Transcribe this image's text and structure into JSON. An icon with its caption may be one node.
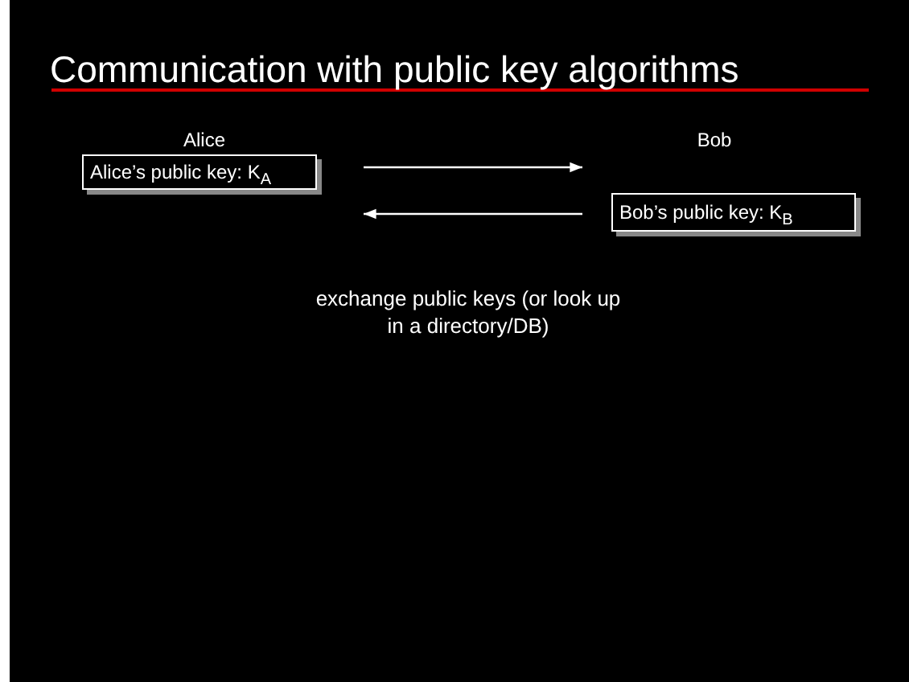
{
  "diagram": {
    "title": "Communication with public key algorithms",
    "nodes": [
      {
        "text": [
          "Alice’s public key: K$_{A}$"
        ],
        "beside": [
          "Alice"
        ]
      },
      {
        "text": [
          "Bob’s public key: K$_{B}$"
        ],
        "beside": [
          "Bob"
        ]
      }
    ],
    "edges": [
      {
        "from": 0,
        "to": 1,
        "arrow": "to"
      },
      {
        "from": 1,
        "to": 0,
        "arrow": "to"
      }
    ],
    "labels": [
      "exchange public keys (or look up in a directory/DB)"
    ]
  }
}
